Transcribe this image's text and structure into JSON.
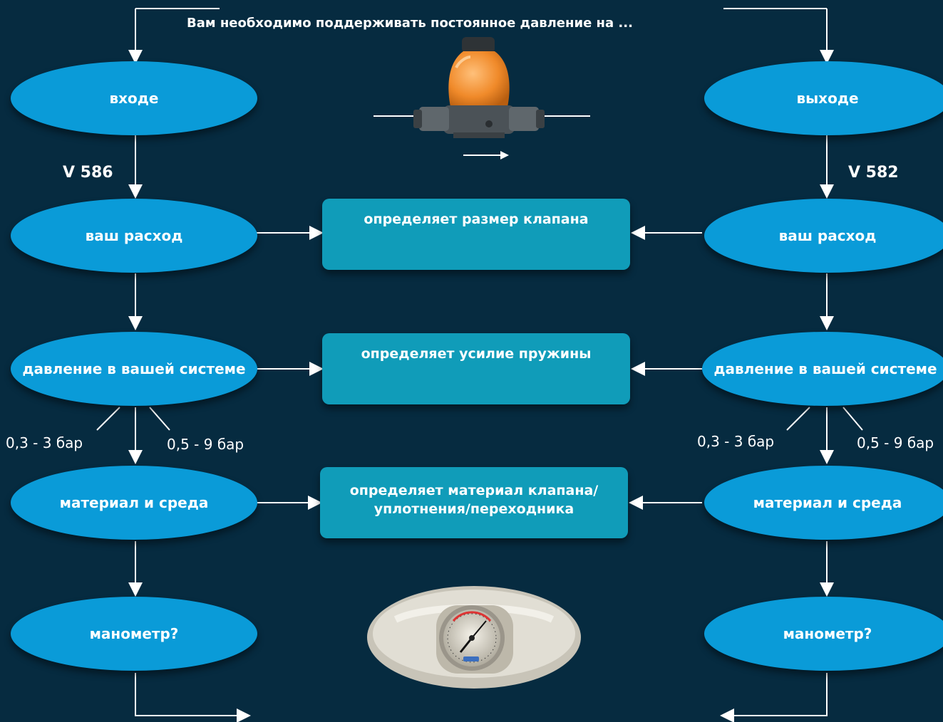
{
  "title": "Вам необходимо поддерживать постоянное давление на ...",
  "left": {
    "model": "V 586",
    "nodes": [
      "входе",
      "ваш расход",
      "давление в вашей системе",
      "материал и среда",
      "манометр?"
    ],
    "range_low": "0,3 - 3 бар",
    "range_high": "0,5 - 9 бар"
  },
  "right": {
    "model": "V 582",
    "nodes": [
      "выходе",
      "ваш расход",
      "давление в вашей системе",
      "материал и среда",
      "манометр?"
    ],
    "range_low": "0,3 - 3 бар",
    "range_high": "0,5 - 9 бар"
  },
  "center": {
    "box1": "определяет размер клапана",
    "box2": "определяет усилие пружины",
    "box3_line1": "определяет материал клапана/",
    "box3_line2": "уплотнения/переходника"
  },
  "colors": {
    "background": "#062b40",
    "ellipse": "#0a9bd8",
    "box": "#109cb9",
    "line": "#ffffff"
  },
  "icons": [
    "pressure-regulator-valve-image",
    "pressure-gauge-image"
  ]
}
